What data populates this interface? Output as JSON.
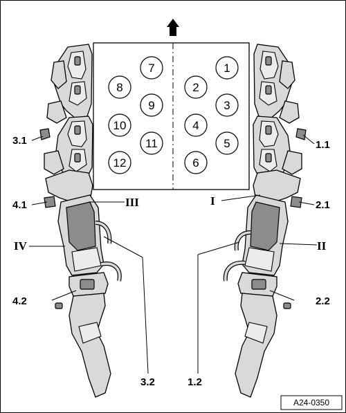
{
  "figure_code": "A24-0350",
  "cylinders": {
    "left_bank": [
      "7",
      "8",
      "9",
      "10",
      "11",
      "12"
    ],
    "right_bank": [
      "1",
      "2",
      "3",
      "4",
      "5",
      "6"
    ]
  },
  "callouts": {
    "c_3_1": "3.1",
    "c_4_1": "4.1",
    "c_4_2": "4.2",
    "c_3_2": "3.2",
    "c_1_2": "1.2",
    "c_1_1": "1.1",
    "c_2_1": "2.1",
    "c_2_2": "2.2",
    "r_I": "I",
    "r_II": "II",
    "r_III": "III",
    "r_IV": "IV"
  },
  "colors": {
    "ink": "#000000",
    "metal": "#d9d9d9",
    "shadow": "#8c8c8c"
  }
}
